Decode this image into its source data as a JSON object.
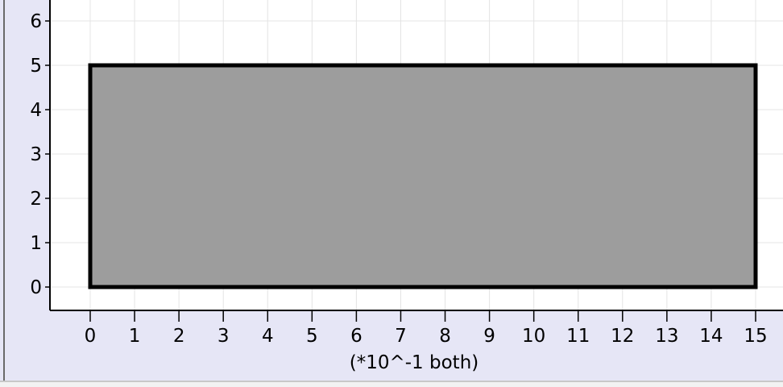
{
  "chart_data": {
    "type": "area",
    "title": "",
    "xlabel": "(*10^-1 both)",
    "ylabel": "",
    "x_ticks": [
      "0",
      "1",
      "2",
      "3",
      "4",
      "5",
      "6",
      "7",
      "8",
      "9",
      "10",
      "11",
      "12",
      "13",
      "14",
      "15"
    ],
    "y_ticks": [
      "0",
      "1",
      "2",
      "3",
      "4",
      "5",
      "6"
    ],
    "xlim": [
      -0.9,
      15.6
    ],
    "ylim": [
      -0.5,
      6.6
    ],
    "grid": true,
    "series": [
      {
        "polygon": [
          [
            0,
            0
          ],
          [
            15,
            0
          ],
          [
            15,
            5
          ],
          [
            0,
            5
          ]
        ],
        "fill": "#9d9d9d",
        "stroke": "#000000"
      }
    ]
  },
  "colors": {
    "background": "#e6e6f6",
    "plot_area": "#ffffff",
    "grid": "#e4e4e4",
    "shape_fill": "#9d9d9d",
    "shape_stroke": "#000000"
  }
}
